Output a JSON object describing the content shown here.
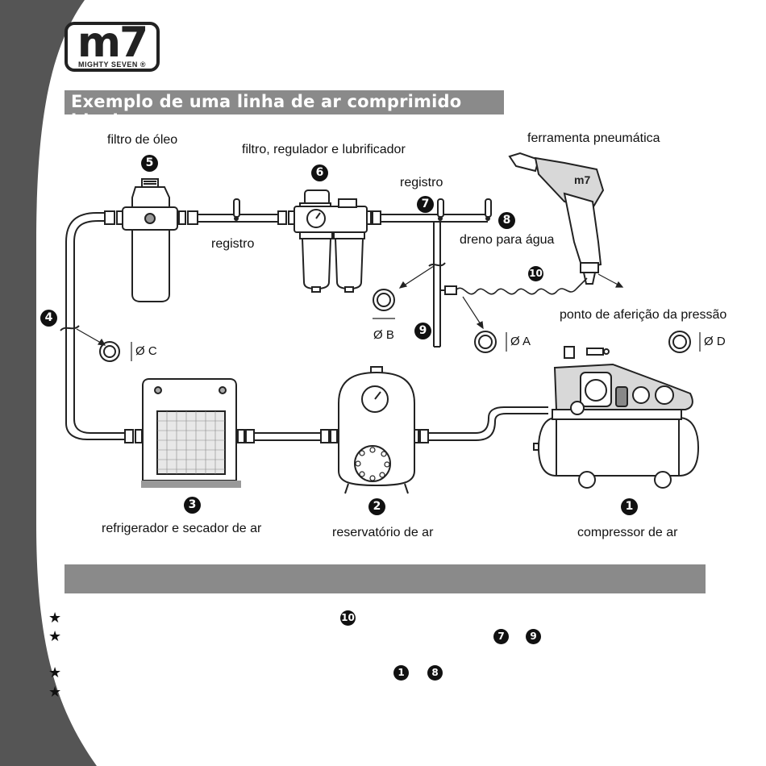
{
  "brand": {
    "mark": "m7",
    "name": "MIGHTY SEVEN ®"
  },
  "title": "Exemplo de uma linha de ar comprimido ideal",
  "components": {
    "c1": {
      "number": "1",
      "label": "compressor de ar"
    },
    "c2": {
      "number": "2",
      "label": "reservatório de ar"
    },
    "c3": {
      "number": "3",
      "label": "refrigerador e secador de ar"
    },
    "c4": {
      "number": "4"
    },
    "c5": {
      "number": "5",
      "label": "filtro de óleo"
    },
    "c6": {
      "number": "6",
      "label": "filtro, regulador e lubrificador"
    },
    "c7": {
      "number": "7",
      "label": "registro"
    },
    "c8": {
      "number": "8",
      "label": "dreno para água"
    },
    "c9": {
      "number": "9"
    },
    "c10": {
      "number": "10"
    }
  },
  "labels": {
    "registro_left": "registro",
    "tool": "ferramenta pneumática",
    "pressure_point": "ponto de aferição da pressão"
  },
  "diameters": {
    "a": "Ø A",
    "b": "Ø B",
    "c": "Ø C",
    "d": "Ø D"
  },
  "notes": [
    {
      "star": "★",
      "refs": [
        "10"
      ]
    },
    {
      "star": "★",
      "refs": [
        "7",
        "9"
      ]
    },
    {
      "star": "★",
      "refs": [
        "1",
        "8"
      ]
    },
    {
      "star": "★",
      "refs": []
    }
  ],
  "colors": {
    "band": "#555555",
    "bar": "#8a8a8a",
    "line": "#222222"
  }
}
